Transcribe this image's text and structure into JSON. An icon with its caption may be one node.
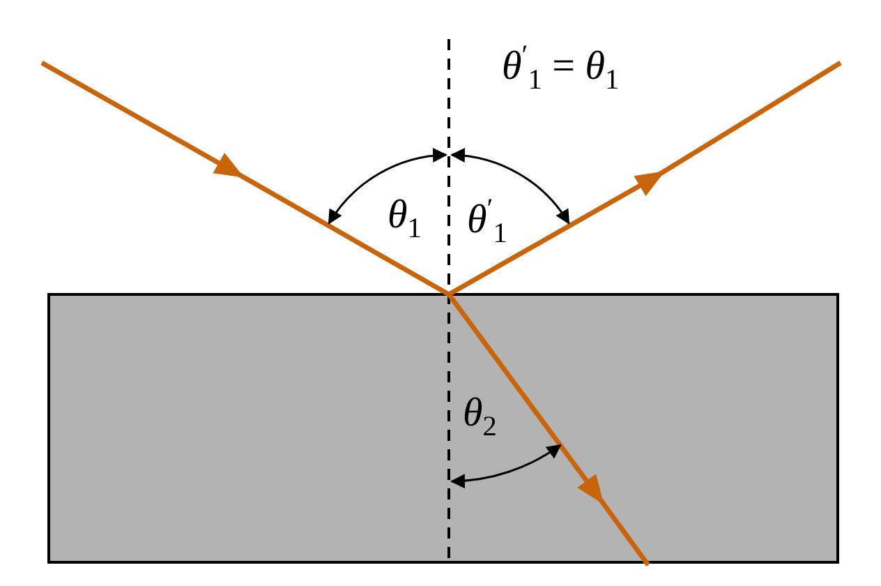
{
  "diagram": {
    "labels": [
      "*θ*$^{′}$$_{1}$ = *θ*$_{1}$",
      "*θ*$_{1}$",
      "*θ*$^{′}$$_{1}$",
      "*θ*$_{2}$"
    ]
  }
}
